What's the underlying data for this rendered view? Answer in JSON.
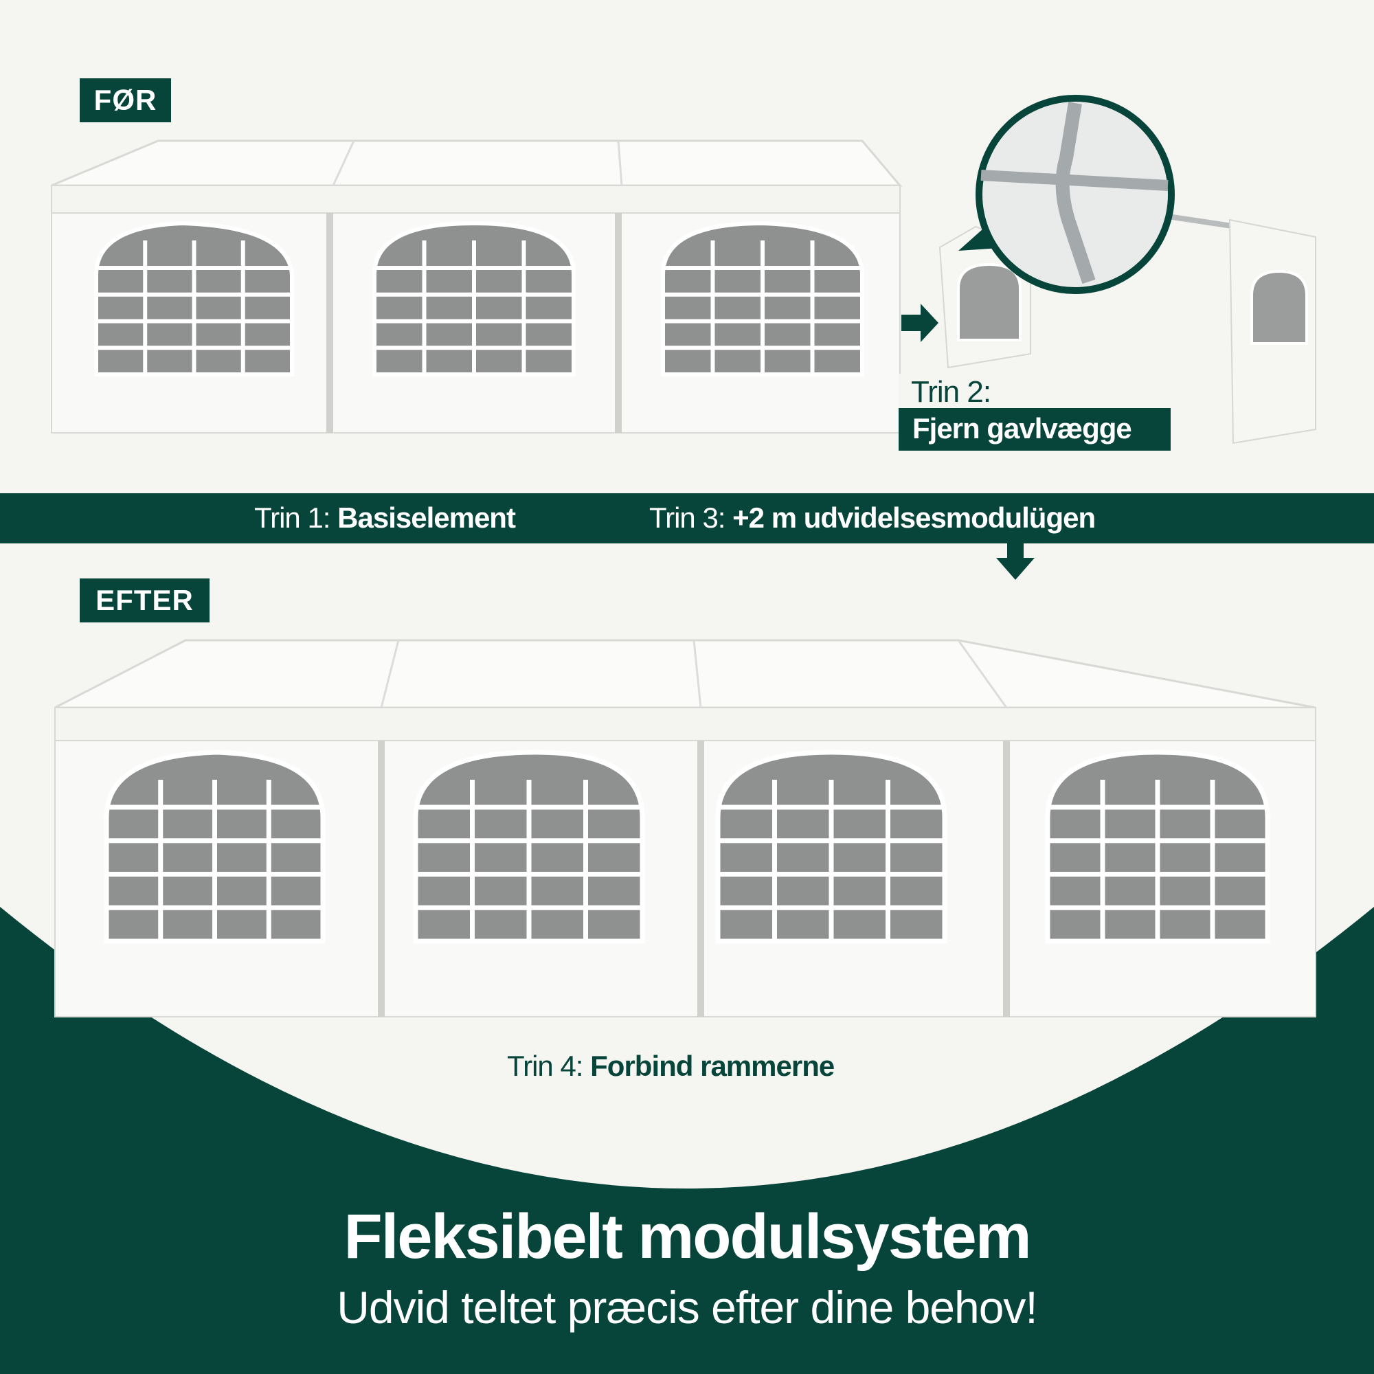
{
  "colors": {
    "brand_green": "#07443a",
    "background": "#f5f5f1",
    "tent_white": "#fbfbf9",
    "mesh_grey": "#8e918f"
  },
  "before": {
    "tag": "FØR"
  },
  "after": {
    "tag": "EFTER"
  },
  "steps": {
    "step1": {
      "prefix": "Trin 1:",
      "title": "Basiselement"
    },
    "step2": {
      "prefix": "Trin 2:",
      "title": "Fjern gavlvægge"
    },
    "step3": {
      "prefix": "Trin 3:",
      "title": "+2 m udvidelsesmodulügen"
    },
    "step4": {
      "prefix": "Trin 4:",
      "title": "Forbind rammerne"
    }
  },
  "headline": "Fleksibelt modulsystem",
  "subheadline": "Udvid teltet præcis efter dine behov!",
  "icons": {
    "arrow_right": "arrow-right-icon",
    "arrow_down": "arrow-down-icon"
  }
}
